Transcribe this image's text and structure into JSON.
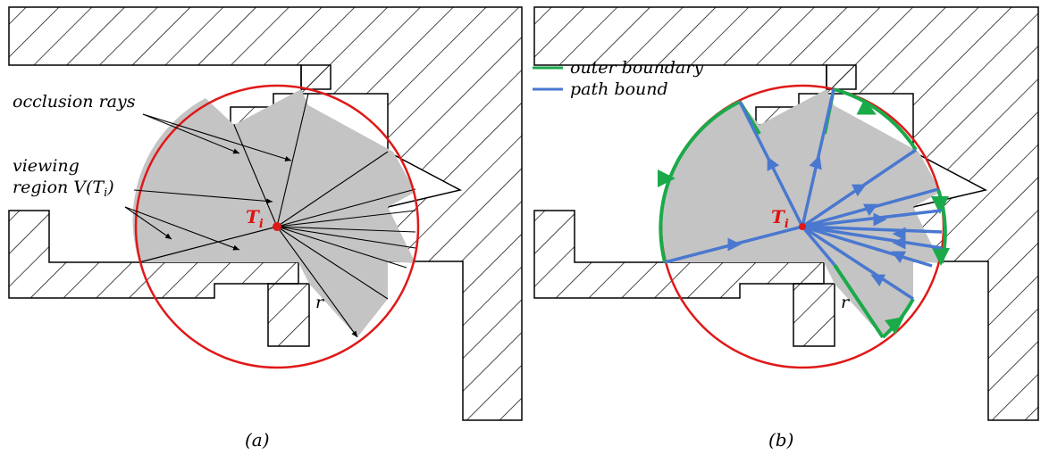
{
  "panel_a": {
    "label_occlusion": "occlusion rays",
    "label_viewing_1": "viewing",
    "label_viewing_2": "region V(T",
    "label_viewing_sub": "i",
    "label_viewing_end": ")",
    "label_radius": "r",
    "label_t": "T",
    "label_t_sub": "i",
    "caption": "(a)"
  },
  "panel_b": {
    "legend_outer": "outer boundary",
    "legend_path": "path bound",
    "label_radius": "r",
    "label_t": "T",
    "label_t_sub": "i",
    "caption": "(b)"
  },
  "colors": {
    "circle": "#e01818",
    "region_fill": "#c4c4c4",
    "outer_boundary": "#1aaa4a",
    "path_bound": "#4a78d0",
    "walls": "#000000"
  },
  "icons": [
    "hatch-pattern",
    "arrowhead"
  ]
}
